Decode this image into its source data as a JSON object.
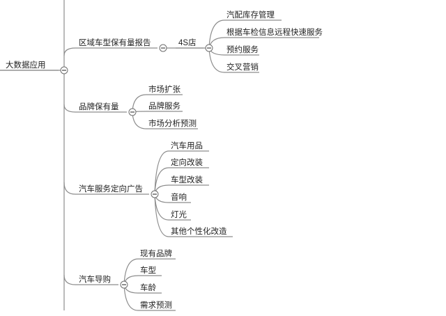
{
  "mindmap": {
    "root": {
      "label": "大数据应用",
      "children": [
        {
          "label": "区域车型保有量报告",
          "children": [
            {
              "label": "4S店",
              "children": [
                {
                  "label": "汽配库存管理"
                },
                {
                  "label": "根据车检信息远程快速服务"
                },
                {
                  "label": "预约服务"
                },
                {
                  "label": "交叉营销"
                }
              ]
            }
          ]
        },
        {
          "label": "品牌保有量",
          "children": [
            {
              "label": "市场扩张"
            },
            {
              "label": "品牌服务"
            },
            {
              "label": "市场分析预测"
            }
          ]
        },
        {
          "label": "汽车服务定向广告",
          "children": [
            {
              "label": "汽车用品"
            },
            {
              "label": "定向改装"
            },
            {
              "label": "车型改装"
            },
            {
              "label": "音响"
            },
            {
              "label": "灯光"
            },
            {
              "label": "其他个性化改造"
            }
          ]
        },
        {
          "label": "汽车导购",
          "children": [
            {
              "label": "现有品牌"
            },
            {
              "label": "车型"
            },
            {
              "label": "车龄"
            },
            {
              "label": "需求预测"
            }
          ]
        }
      ]
    }
  }
}
